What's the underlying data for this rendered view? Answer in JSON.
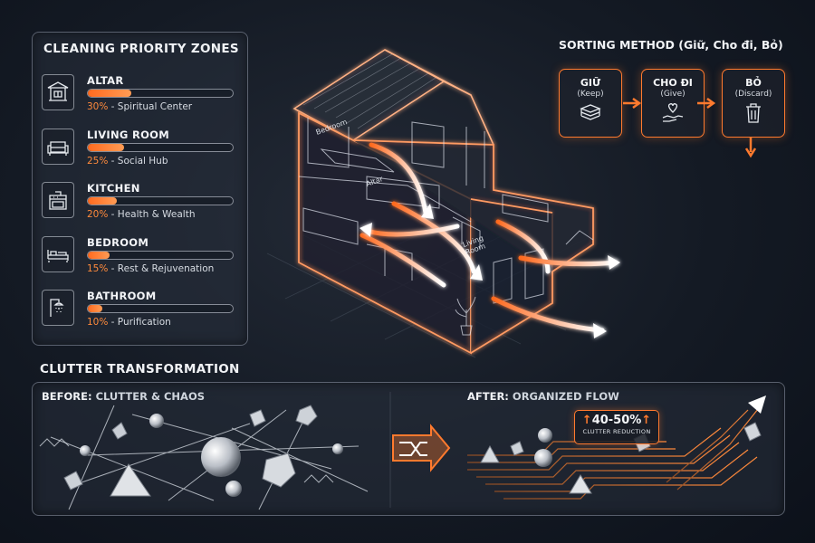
{
  "priority": {
    "title": "CLEANING PRIORITY ZONES",
    "zones": [
      {
        "name": "ALTAR",
        "percent": "30%",
        "desc": " - Spiritual Center",
        "fill": 0.3,
        "icon": "altar-icon"
      },
      {
        "name": "LIVING ROOM",
        "percent": "25%",
        "desc": " - Social Hub",
        "fill": 0.25,
        "icon": "sofa-icon"
      },
      {
        "name": "KITCHEN",
        "percent": "20%",
        "desc": " - Health & Wealth",
        "fill": 0.2,
        "icon": "stove-icon"
      },
      {
        "name": "BEDROOM",
        "percent": "15%",
        "desc": " - Rest & Rejuvenation",
        "fill": 0.15,
        "icon": "bed-icon"
      },
      {
        "name": "BATHROOM",
        "percent": "10%",
        "desc": " - Purification",
        "fill": 0.1,
        "icon": "shower-icon"
      }
    ]
  },
  "sorting": {
    "title": "SORTING METHOD (Giữ, Cho đi, Bỏ)",
    "steps": [
      {
        "label": "GIỮ",
        "sub": "(Keep)",
        "icon": "stack-icon"
      },
      {
        "label": "CHO ĐI",
        "sub": "(Give)",
        "icon": "heart-hand-icon"
      },
      {
        "label": "BỎ",
        "sub": "(Discard)",
        "icon": "trash-icon"
      }
    ]
  },
  "house": {
    "labels": {
      "bedroom": "Bedroom",
      "altar": "Altar",
      "living_room": "Living\nRoom"
    }
  },
  "clutter": {
    "title": "CLUTTER TRANSFORMATION",
    "before_prefix": "BEFORE: ",
    "before_label": "CLUTTER & CHAOS",
    "after_prefix": "AFTER: ",
    "after_label": "ORGANIZED FLOW",
    "badge_value": "40-50%",
    "badge_sub": "CLUTTER REDUCTION"
  },
  "colors": {
    "accent": "#ff7a2e",
    "panel_border": "#c8d2e1"
  }
}
